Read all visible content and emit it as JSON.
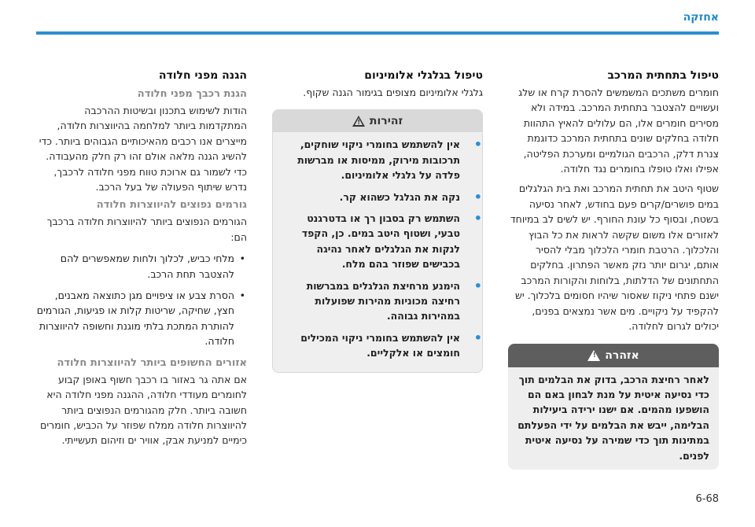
{
  "header": {
    "title": "אחזקה",
    "page_number": "6-68"
  },
  "right_column": {
    "title": "טיפול בתחתית המרכב",
    "paragraphs": [
      "חומרים משתכים המשמשים להסרת קרח או שלג ועשויים להצטבר בתחתית המרכב. במידה ולא מסירים חומרים אלו, הם עלולים להאיץ התהוות חלודה בחלקים שונים בתחתית המרכב כדוגמת צנרת דלק, הרכבים הגולמיים ומערכת הפליטה, אפילו ואלו טופלו בחומרים נגד חלודה.",
      "שטוף היטב את תחתית המרכב ואת בית הגלגלים במים פושרים/קרים פעם בחודש, לאחר נסיעה בשטח, ובסוף כל עונת החורף. יש לשים לב במיוחד לאזורים אלו משום שקשה לראות את כל הבוץ והלכלוך. הרטבת חומרי הלכלוך מבלי להסיר אותם, יגרום יותר נזק מאשר הפתרון. בחלקים התחתונים של הדלתות, בלוחות והקורות המרכב ישנם פתחי ניקוז שאסור שיהיו חסומים בלכלוך. יש להקפיד על ניקויים. מים אשר נמצאים בפנים, יכולים לגרום לחלודה."
    ],
    "warning": {
      "heading": "אזהרה",
      "text": "לאחר רחיצת הרכב, בדוק את הבלמים תוך כדי נסיעה איטית על מנת לבחון באם הם הושפעו מהמים. אם ישנו ירידה ביעילות הבלימה, ייבש את הבלמים על ידי הפעלתם במתינות תוך כדי שמירה על נסיעה איטית לפנים."
    }
  },
  "middle_column": {
    "title": "טיפול בגלגלי אלומיניום",
    "intro": "גלגלי אלומיניום מצופים בגימור הגנה שקוף.",
    "caution": {
      "heading": "זהירות",
      "items": [
        "אין להשתמש בחומרי ניקוי שוחקים, תרכובות מירוק, ממיסות או מברשות פלדה על גלגלי אלומיניום.",
        "נקה את הגלגל כשהוא קר.",
        "השתמש רק בסבון רך או בדטרגנט טבעי, ושטוף היטב במים. כן, הקפד לנקות את הגלגלים לאחר נהיגה בכבישים שפוזר בהם מלח.",
        "הימנע מרחיצת הגלגלים במברשות רחיצה מכוניות מהירות שפועלות במהירות גבוהה.",
        "אין להשתמש בחומרי ניקוי המכילים חומצים או אלקליים."
      ]
    }
  },
  "left_column": {
    "title": "הגנה מפני חלודה",
    "sub1": "הגנת רכבך מפני חלודה",
    "para1": "הודות לשימוש בתכנון ובשיטות ההרכבה המתקדמות ביותר למלחמה בהיווצרות חלודה, מייצרים אנו רכבים מהאיכותיים הגבוהים ביותר. כדי להשיג הגנה מלאה אולם זהו רק חלק מהעבודה. כדי לשמור גם ארוכת טווח מפני חלודה לרכבך, נדרש שיתוף הפעולה של בעל הרכב.",
    "sub2": "גורמים נפוצים להיווצרות חלודה",
    "para2": "הגורמים הנפוצים ביותר להיווצרות חלודה ברכבך הם:",
    "bullets": [
      "מלחי כביש, לכלוך ולחות שמאפשרים להם להצטבר תחת הרכב.",
      "הסרת צבע או ציפויים מגן כתוצאה מאבנים, חצץ, שחיקה, שריטות קלות או פגיעות, הגורמים להותרת המתכת בלתי מוגנת וחשופה להיווצרות חלודה."
    ],
    "sub3": "אזורים החשופים ביותר להיווצרות חלודה",
    "para3": "אם אתה גר באזור בו רכבך חשוף באופן קבוע לחומרים מעודדי חלודה, ההגנה מפני חלודה היא חשובה ביותר. חלק מהגורמים הנפוצים ביותר להיווצרות חלודה ממלח שפוזר על הכביש, חומרים כימיים למניעת אבק, אוויר ים וזיהום תעשייתי."
  }
}
